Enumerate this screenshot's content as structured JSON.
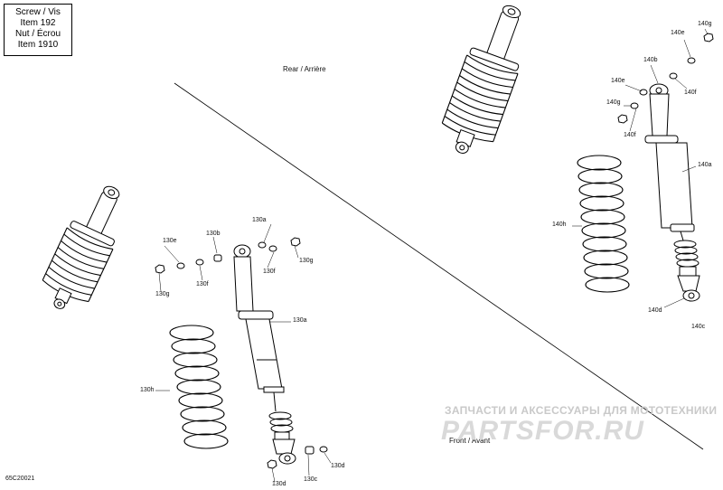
{
  "legend": {
    "line1": "Screw / Vis",
    "line2": "Item 192",
    "line3": "Nut / Écrou",
    "line4": "Item 1910"
  },
  "sections": {
    "rear": "Rear / Arrière",
    "front": "Front / Avant"
  },
  "callouts": {
    "p140g_top": "140g",
    "p140e_top": "140e",
    "p140b": "140b",
    "p140e": "140e",
    "p140f_right": "140f",
    "p140g": "140g",
    "p140f": "140f",
    "p140a": "140a",
    "p140h": "140h",
    "p140d": "140d",
    "p140c": "140c",
    "p130a_top": "130a",
    "p130b": "130b",
    "p130e": "130e",
    "p130f_right": "130f",
    "p130g_right": "130g",
    "p130g": "130g",
    "p130f": "130f",
    "p130a": "130a",
    "p130h": "130h",
    "p130d_right": "130d",
    "p130c": "130c",
    "p130d": "130d"
  },
  "watermark": {
    "tagline": "ЗАПЧАСТИ И АКСЕССУАРЫ ДЛЯ МОТОТЕХНИКИ",
    "brand": "PARTSFOR.RU"
  },
  "doc_id": "65C20021"
}
